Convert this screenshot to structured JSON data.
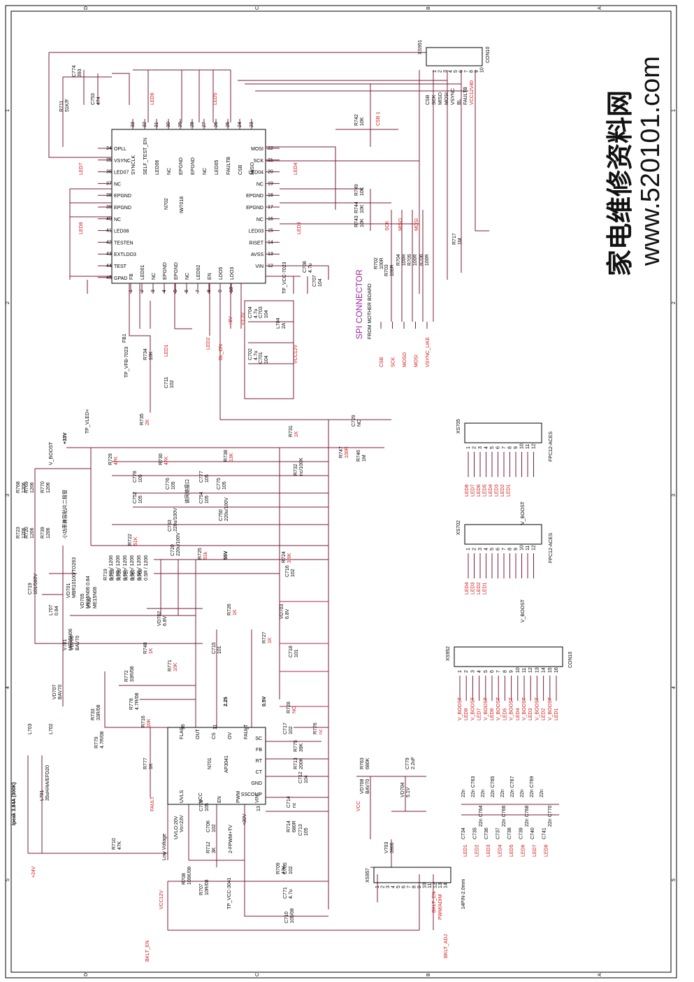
{
  "watermark": {
    "chinese": "家电维修资料网",
    "url": "www.520101.com"
  },
  "border": {
    "cols": [
      "A",
      "B",
      "C",
      "D"
    ],
    "rows": [
      "1",
      "2",
      "3",
      "4",
      "5"
    ]
  },
  "title_note": "Ipeak 3.84A (300K)",
  "chips": {
    "n702": {
      "ref": "N702",
      "part": "IW7018"
    },
    "n701": {
      "ref": "N701",
      "part": "AP3041"
    }
  },
  "n702_left_pins": [
    {
      "num": "34",
      "name": "OPLL"
    },
    {
      "num": "35",
      "name": "VSYNC"
    },
    {
      "num": "36",
      "name": "LED07"
    },
    {
      "num": "37",
      "name": "NC"
    },
    {
      "num": "38",
      "name": "EPGND"
    },
    {
      "num": "39",
      "name": "EPGND"
    },
    {
      "num": "40",
      "name": "NC"
    },
    {
      "num": "41",
      "name": "LED08"
    },
    {
      "num": "42",
      "name": "TESTEN"
    },
    {
      "num": "43",
      "name": "EXTLDO3"
    },
    {
      "num": "44",
      "name": "TEST"
    },
    {
      "num": "45",
      "name": "GPAD"
    }
  ],
  "n702_right_pins": [
    {
      "num": "22",
      "name": "MOSI"
    },
    {
      "num": "21",
      "name": "SCK"
    },
    {
      "num": "20",
      "name": "LED04"
    },
    {
      "num": "19",
      "name": "NC"
    },
    {
      "num": "18",
      "name": "EPGND"
    },
    {
      "num": "17",
      "name": "EPGND"
    },
    {
      "num": "16",
      "name": "NC"
    },
    {
      "num": "15",
      "name": "LED03"
    },
    {
      "num": "14",
      "name": "RISET"
    },
    {
      "num": "13",
      "name": "AVSS"
    },
    {
      "num": "12",
      "name": "VIN"
    }
  ],
  "n702_top_pins": [
    {
      "num": "33",
      "name": "SYNCLK"
    },
    {
      "num": "32",
      "name": "SELF_TEST_EN"
    },
    {
      "num": "31",
      "name": "LED06"
    },
    {
      "num": "30",
      "name": "NC"
    },
    {
      "num": "29",
      "name": "EPGND"
    },
    {
      "num": "28",
      "name": "EPGND"
    },
    {
      "num": "27",
      "name": "NC"
    },
    {
      "num": "26",
      "name": "LED05"
    },
    {
      "num": "25",
      "name": "FAULTB"
    },
    {
      "num": "24",
      "name": "CSB"
    },
    {
      "num": "23",
      "name": "MISO"
    }
  ],
  "n702_bottom_pins": [
    {
      "num": "1",
      "name": "FB"
    },
    {
      "num": "2",
      "name": "LED01"
    },
    {
      "num": "3",
      "name": "NC"
    },
    {
      "num": "4",
      "name": "EPGND"
    },
    {
      "num": "5",
      "name": "EPGND"
    },
    {
      "num": "6",
      "name": "NC"
    },
    {
      "num": "7",
      "name": "LED02"
    },
    {
      "num": "8",
      "name": "EN"
    },
    {
      "num": "9",
      "name": "LDO5"
    },
    {
      "num": "10",
      "name": "LDO3"
    }
  ],
  "n701_pins": [
    {
      "num": "16",
      "name": "FLAG"
    },
    {
      "num": "",
      "name": "OUT"
    },
    {
      "num": "11",
      "name": "CS"
    },
    {
      "num": "",
      "name": "OV"
    },
    {
      "num": "9",
      "name": "FAULT"
    },
    {
      "num": "",
      "name": "SC"
    },
    {
      "num": "",
      "name": "FB"
    },
    {
      "num": "",
      "name": "RT"
    },
    {
      "num": "",
      "name": "CT"
    },
    {
      "num": "",
      "name": "GND"
    },
    {
      "num": "",
      "name": "SSCOMP"
    },
    {
      "num": "13",
      "name": "VIN"
    },
    {
      "num": "",
      "name": "PWM"
    },
    {
      "num": "",
      "name": "EN"
    },
    {
      "num": "",
      "name": "VCC"
    },
    {
      "num": "",
      "name": "UVLS"
    }
  ],
  "spi_connector": {
    "title": "SPI CONNECTOR",
    "subtitle": "FROM MOTHER BOARD",
    "ref": "XS951",
    "part": "CON10",
    "pins": [
      "1",
      "2",
      "3",
      "4",
      "5",
      "6",
      "7",
      "8",
      "9",
      "10"
    ],
    "signals": [
      "CSB",
      "SCK",
      "MISO",
      "MOSI",
      "VSYNC",
      "BL",
      "FAULTB",
      "VCC12V40"
    ],
    "outputs": [
      "CSB",
      "SCK",
      "MOSO",
      "MOSI",
      "VSYNC_LIKE"
    ]
  },
  "connectors": {
    "xs705": {
      "ref": "XS705",
      "part": "FPC12-ACES",
      "pins": [
        "1",
        "2",
        "3",
        "4",
        "5",
        "6",
        "7",
        "8",
        "9",
        "10",
        "11",
        "12"
      ],
      "signals": [
        "LED8",
        "LED7",
        "LED6",
        "LED5",
        "LED4",
        "LED3",
        "LED2",
        "LED1"
      ],
      "boost": "V_BOOST"
    },
    "xs702": {
      "ref": "XS702",
      "part": "FPC12-ACES",
      "pins": [
        "1",
        "2",
        "3",
        "4",
        "5",
        "6",
        "7",
        "8",
        "9",
        "10",
        "11",
        "12"
      ],
      "signals": [
        "LED4",
        "LED3",
        "LED2",
        "LED1"
      ],
      "boost": "V_BOOST"
    },
    "xs952": {
      "ref": "XS952",
      "part": "CON10",
      "pins": [
        "1",
        "2",
        "3",
        "4",
        "5",
        "6",
        "7",
        "8",
        "9",
        "10",
        "11",
        "12",
        "13",
        "14",
        "15",
        "16"
      ],
      "signals": [
        "V_BOOST",
        "LED8",
        "V_BOOST",
        "LED7",
        "V_BOOST",
        "LED6",
        "V_BOOST",
        "LED5",
        "V_BOOST",
        "LED4",
        "V_BOOST",
        "LED3",
        "V_BOOST",
        "LED2",
        "V_BOOST",
        "LED1"
      ]
    },
    "xs957": {
      "ref": "XS957",
      "part": "14PIN-2.0mm",
      "pins": [
        "1",
        "2",
        "3",
        "4",
        "5",
        "6",
        "7",
        "8",
        "9",
        "10",
        "11",
        "12",
        "13",
        "14"
      ],
      "signals": [
        "BKLT_EN",
        "PWM/ADIM"
      ]
    }
  },
  "n702_components": [
    {
      "ref": "C774",
      "val": "393"
    },
    {
      "ref": "R711",
      "val": "51K/F"
    },
    {
      "ref": "C753",
      "val": "474"
    },
    {
      "ref": "R742",
      "val": "10K"
    },
    {
      "ref": "R749",
      "val": "10K"
    },
    {
      "ref": "R744",
      "val": "10K"
    },
    {
      "ref": "R743",
      "val": "10K"
    },
    {
      "ref": "R717",
      "val": "1M"
    },
    {
      "ref": "R702",
      "val": "100R"
    },
    {
      "ref": "R703",
      "val": "100R"
    },
    {
      "ref": "R704",
      "val": "100R"
    },
    {
      "ref": "R705",
      "val": "100R"
    },
    {
      "ref": "R706",
      "val": "100R"
    },
    {
      "ref": "C708",
      "val": "4.7u"
    },
    {
      "ref": "C707",
      "val": "104"
    },
    {
      "ref": "C704",
      "val": "4.7u"
    },
    {
      "ref": "C703",
      "val": "104"
    },
    {
      "ref": "L704",
      "val": "2A"
    },
    {
      "ref": "C702",
      "val": "4.7u"
    },
    {
      "ref": "C701",
      "val": "104"
    },
    {
      "ref": "R734",
      "val": "10K"
    },
    {
      "ref": "C711",
      "val": "102"
    },
    {
      "ref": "FB1",
      "val": ""
    }
  ],
  "n702_nets": [
    "LED6",
    "LED5",
    "LED7",
    "LED4",
    "LED8",
    "LED3",
    "SCK",
    "MISO",
    "MOSI",
    "CSB 1",
    "LED1",
    "LED2",
    "BL_ON",
    "+5V",
    "+3.3V",
    "VCC12V",
    "TP_VCC-7023",
    "TP_VFB-7023"
  ],
  "boost_components": [
    {
      "ref": "R735",
      "val": "2K"
    },
    {
      "ref": "R731",
      "val": "1K"
    },
    {
      "ref": "C729",
      "val": "NC"
    },
    {
      "ref": "R747",
      "val": "100R"
    },
    {
      "ref": "R746",
      "val": "1M"
    },
    {
      "ref": "R729",
      "val": "47K"
    },
    {
      "ref": "R730",
      "val": "47K"
    },
    {
      "ref": "R738",
      "val": "13K"
    },
    {
      "ref": "R732",
      "val": "nc/100K"
    },
    {
      "ref": "C778",
      "val": "105"
    },
    {
      "ref": "C776",
      "val": "105"
    },
    {
      "ref": "C777",
      "val": "105"
    },
    {
      "ref": "C775",
      "val": "105"
    },
    {
      "ref": "C752",
      "val": "105"
    },
    {
      "ref": "C754",
      "val": "105"
    },
    {
      "ref": "C733",
      "val": "220u/100V"
    },
    {
      "ref": "C750",
      "val": "220u/100V"
    },
    {
      "ref": "C720",
      "val": "220u/100V"
    },
    {
      "ref": "R722",
      "val": "51K"
    },
    {
      "ref": "R725",
      "val": "51k"
    },
    {
      "ref": "R724",
      "val": "3.9K"
    },
    {
      "ref": "C716",
      "val": "102"
    },
    {
      "ref": "R768",
      "val": "1206"
    },
    {
      "ref": "R769",
      "val": "1206"
    },
    {
      "ref": "R770",
      "val": "1206"
    },
    {
      "ref": "R723",
      "val": "1206"
    },
    {
      "ref": "R720",
      "val": "1206"
    },
    {
      "ref": "R739",
      "val": "1206"
    },
    {
      "ref": "C719",
      "val": "101/500V"
    },
    {
      "ref": "VD701",
      "val": "MBR10100/TO263"
    },
    {
      "ref": "R719",
      "val": "0.5R / 1206"
    },
    {
      "ref": "R718",
      "val": "0.5R / 1206"
    },
    {
      "ref": "R736",
      "val": "0.5R / 1206"
    },
    {
      "ref": "R737",
      "val": "0.5R / 1206"
    },
    {
      "ref": "R767",
      "val": "0.5R / 1206"
    },
    {
      "ref": "R768",
      "val": "0.5R / 1206"
    },
    {
      "ref": "VD705",
      "val": "ME15N06 0.84"
    },
    {
      "ref": "V702",
      "val": "ME15N06"
    },
    {
      "ref": "L707",
      "val": "0.84"
    },
    {
      "ref": "VD702",
      "val": "6.8V"
    },
    {
      "ref": "R726",
      "val": "1K"
    },
    {
      "ref": "VD703",
      "val": "6.8V"
    },
    {
      "ref": "V701",
      "val": "ME35N06"
    },
    {
      "ref": "VD706",
      "val": "BAV70"
    },
    {
      "ref": "R748",
      "val": "1K"
    },
    {
      "ref": "C715",
      "val": "101"
    },
    {
      "ref": "R727",
      "val": "1K"
    },
    {
      "ref": "C718",
      "val": "101"
    },
    {
      "ref": "R771",
      "val": "10K"
    },
    {
      "ref": "R772",
      "val": "33R/08"
    },
    {
      "ref": "VD707",
      "val": "BAV70"
    },
    {
      "ref": "R728",
      "val": "NC"
    },
    {
      "ref": "R733",
      "val": "33R/08"
    },
    {
      "ref": "R778",
      "val": "4.7R/08"
    },
    {
      "ref": "R716",
      "val": "10K"
    },
    {
      "ref": "C717",
      "val": "102"
    },
    {
      "ref": "R776",
      "val": "nc"
    },
    {
      "ref": "R779",
      "val": "4.7R/08"
    },
    {
      "ref": "L703",
      "val": ""
    },
    {
      "ref": "L702",
      "val": ""
    },
    {
      "ref": "L701",
      "val": "35uH/4A/EFD20"
    }
  ],
  "n701_components": [
    {
      "ref": "R777",
      "val": "1K"
    },
    {
      "ref": "R775",
      "val": "39K"
    },
    {
      "ref": "R713",
      "val": "200K"
    },
    {
      "ref": "C712",
      "val": "104"
    },
    {
      "ref": "R763",
      "val": "680K"
    },
    {
      "ref": "C779",
      "val": "2.2uF"
    },
    {
      "ref": "VD708",
      "val": "BAV70"
    },
    {
      "ref": "VD704",
      "val": "5.1V"
    },
    {
      "ref": "C714",
      "val": "nc"
    },
    {
      "ref": "R714",
      "val": "680R"
    },
    {
      "ref": "C713",
      "val": "105"
    },
    {
      "ref": "V703",
      "val": "3906"
    },
    {
      "ref": "C709",
      "val": "105"
    },
    {
      "ref": "C706",
      "val": "102"
    },
    {
      "ref": "R712",
      "val": "3K"
    },
    {
      "ref": "R710",
      "val": "47K"
    },
    {
      "ref": "R709",
      "val": "47K"
    },
    {
      "ref": "C705",
      "val": "102"
    },
    {
      "ref": "R708",
      "val": "100K/08"
    },
    {
      "ref": "R707",
      "val": "10R/08"
    },
    {
      "ref": "C771",
      "val": "4.7u"
    },
    {
      "ref": "C710",
      "val": "105/08"
    }
  ],
  "n701_nets": [
    "FAULT",
    "VCC",
    "VCC12V",
    "+24V",
    "BKLT_EN",
    "BKLT_ADJ",
    "TP_VCC-3041"
  ],
  "notes": {
    "volt_55": "55V",
    "volt_225": "2.25",
    "volt_05": "0.5V",
    "boost": "V_BOOST",
    "tp_vled": "TP_VLED+",
    "v33": "+33V",
    "low_voltage": "Low Voltage",
    "uvlo": "UVLO:20V",
    "uvlo2": "Vo=23V",
    "pwm": "2-FPWM+TV",
    "v30": "<30V",
    "cn_note1": "小功率兼容贴片二极管",
    "cn_note2": "该网络接口"
  },
  "caps_bottom": {
    "top_row": [
      "22n",
      "22n C763",
      "22n",
      "22n C765",
      "22n",
      "22n C767",
      "22n",
      "22n C769",
      "22n"
    ],
    "refs": [
      "C734",
      "C735",
      "C736",
      "C737",
      "C738",
      "C739",
      "C740",
      "C741"
    ],
    "mid": [
      "22n C764",
      "22n C766",
      "22n C768",
      "22n C770"
    ],
    "leds": [
      "LED1",
      "LED2",
      "LED3",
      "LED4",
      "LED5",
      "LED6",
      "LED7",
      "LED8"
    ]
  }
}
